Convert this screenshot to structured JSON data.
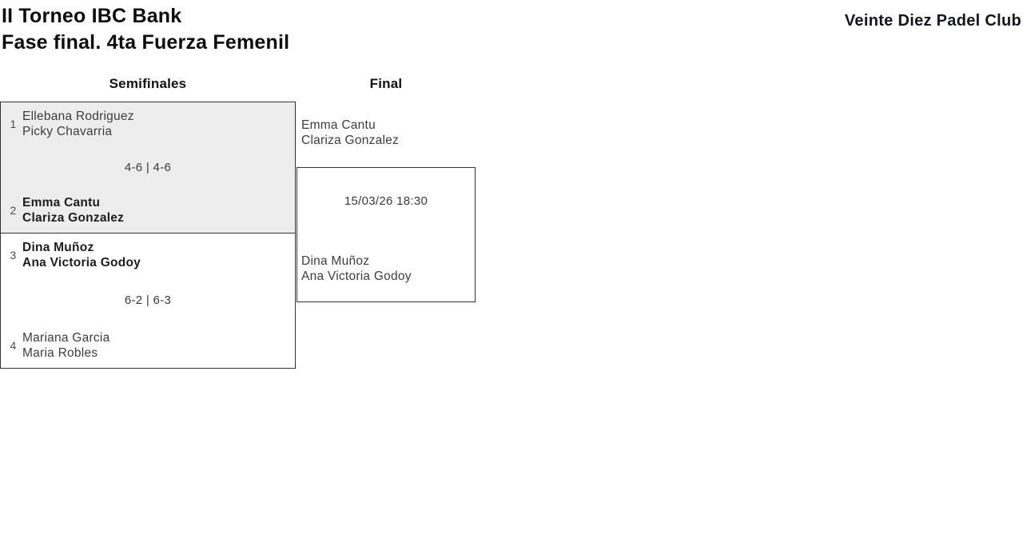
{
  "header": {
    "title_line1": "II Torneo IBC Bank",
    "title_line2": "Fase final. 4ta Fuerza Femenil",
    "club_name": "Veinte Diez Padel Club"
  },
  "rounds": {
    "semifinals_label": "Semifinales",
    "final_label": "Final"
  },
  "matches": {
    "semifinal1": {
      "team1": {
        "seed": "1",
        "players": [
          "Ellebana Rodriguez",
          "Picky Chavarria"
        ],
        "winner": false
      },
      "score": "4-6 | 4-6",
      "team2": {
        "seed": "2",
        "players": [
          "Emma Cantu",
          "Clariza Gonzalez"
        ],
        "winner": true
      }
    },
    "semifinal2": {
      "team1": {
        "seed": "3",
        "players": [
          "Dina Muñoz",
          "Ana Victoria Godoy"
        ],
        "winner": true
      },
      "score": "6-2 | 6-3",
      "team2": {
        "seed": "4",
        "players": [
          "Mariana Garcia",
          "Maria Robles"
        ],
        "winner": false
      }
    },
    "final": {
      "team1": {
        "players": [
          "Emma Cantu",
          "Clariza Gonzalez"
        ]
      },
      "schedule": "15/03/26 18:30",
      "team2": {
        "players": [
          "Dina Muñoz",
          "Ana Victoria Godoy"
        ]
      }
    }
  },
  "colors": {
    "highlight_match_bg": "#ededed",
    "border": "#333333",
    "text_primary": "#3d3d3d",
    "text_winner": "#1d1d1d",
    "title_text": "#0d0d0d"
  }
}
